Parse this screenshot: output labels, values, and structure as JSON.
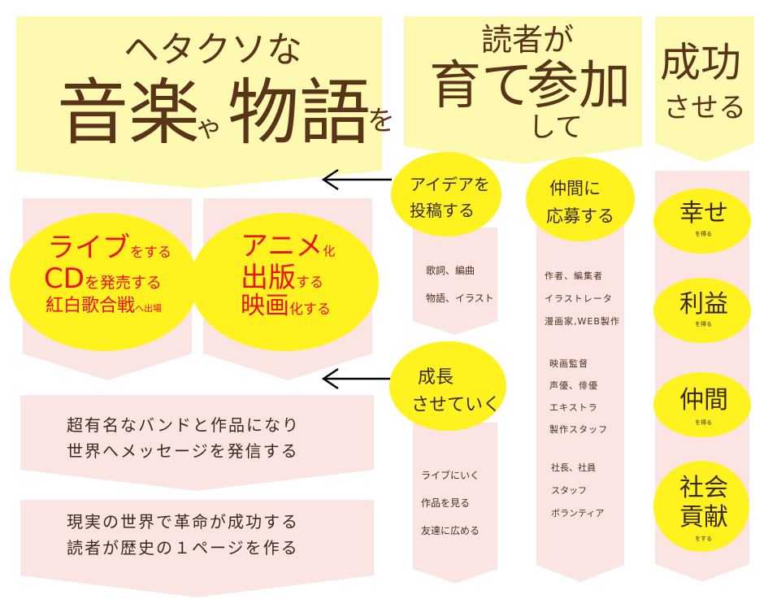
{
  "header": {
    "line1": "ヘタクソな",
    "music": "音楽",
    "ya": "ゃ",
    "story": "物語",
    "wo": "を",
    "readers_ga": "読者が",
    "sodate": "育て",
    "sanka": "参加",
    "shite": "して",
    "seikou": "成功",
    "saseru": "させる"
  },
  "left_ovals": {
    "oval1": {
      "line1_big": "ライブ",
      "line1_small": "をする",
      "line2_big": "CD",
      "line2_mid": "を発売する",
      "line3_big": "紅白歌合戦",
      "line3_small": "へ出場"
    },
    "oval2": {
      "line1_big": "アニメ",
      "line1_small": "化",
      "line2_big": "出版",
      "line2_small": "する",
      "line3_big": "映画",
      "line3_small": "化する"
    }
  },
  "boxes": {
    "box1": {
      "line1": "超有名なバンドと作品になり",
      "line2": "世界へメッセージを発信する"
    },
    "box2": {
      "line1": "現実の世界で革命が成功する",
      "line2": "読者が歴史の１ページを作る"
    }
  },
  "col1": {
    "oval_top": {
      "line1": "アイデアを",
      "line2": "投稿する"
    },
    "items_top": [
      "歌詞、編曲",
      "物語、イラスト"
    ],
    "oval_mid": {
      "line1": "成長",
      "line2": "させていく"
    },
    "items_mid": [
      "ライブにいく",
      "作品を見る",
      "友達に広める"
    ]
  },
  "col2": {
    "oval_top": {
      "line1": "仲間に",
      "line2": "応募する"
    },
    "group1": [
      "作者、編集者",
      "イラストレータ",
      "漫画家,WEB製作"
    ],
    "group2": [
      "映画監督",
      "声優、俳優",
      "エキストラ",
      "製作スタッフ"
    ],
    "group3": [
      "社長、社員",
      "スタッフ",
      "ボランティア"
    ]
  },
  "col3": {
    "items": [
      {
        "main": "幸せ",
        "sub": "を得る"
      },
      {
        "main": "利益",
        "sub": "を得る"
      },
      {
        "main": "仲間",
        "sub": "を得る"
      },
      {
        "main1": "社会",
        "main2": "貢献",
        "sub": "をする"
      }
    ]
  },
  "colors": {
    "yellow_banner": "#fdf9b0",
    "pink": "#fbe5e3",
    "oval": "#fff21e",
    "text_brown": "#5a3418",
    "accent_red": "#ee1111"
  }
}
